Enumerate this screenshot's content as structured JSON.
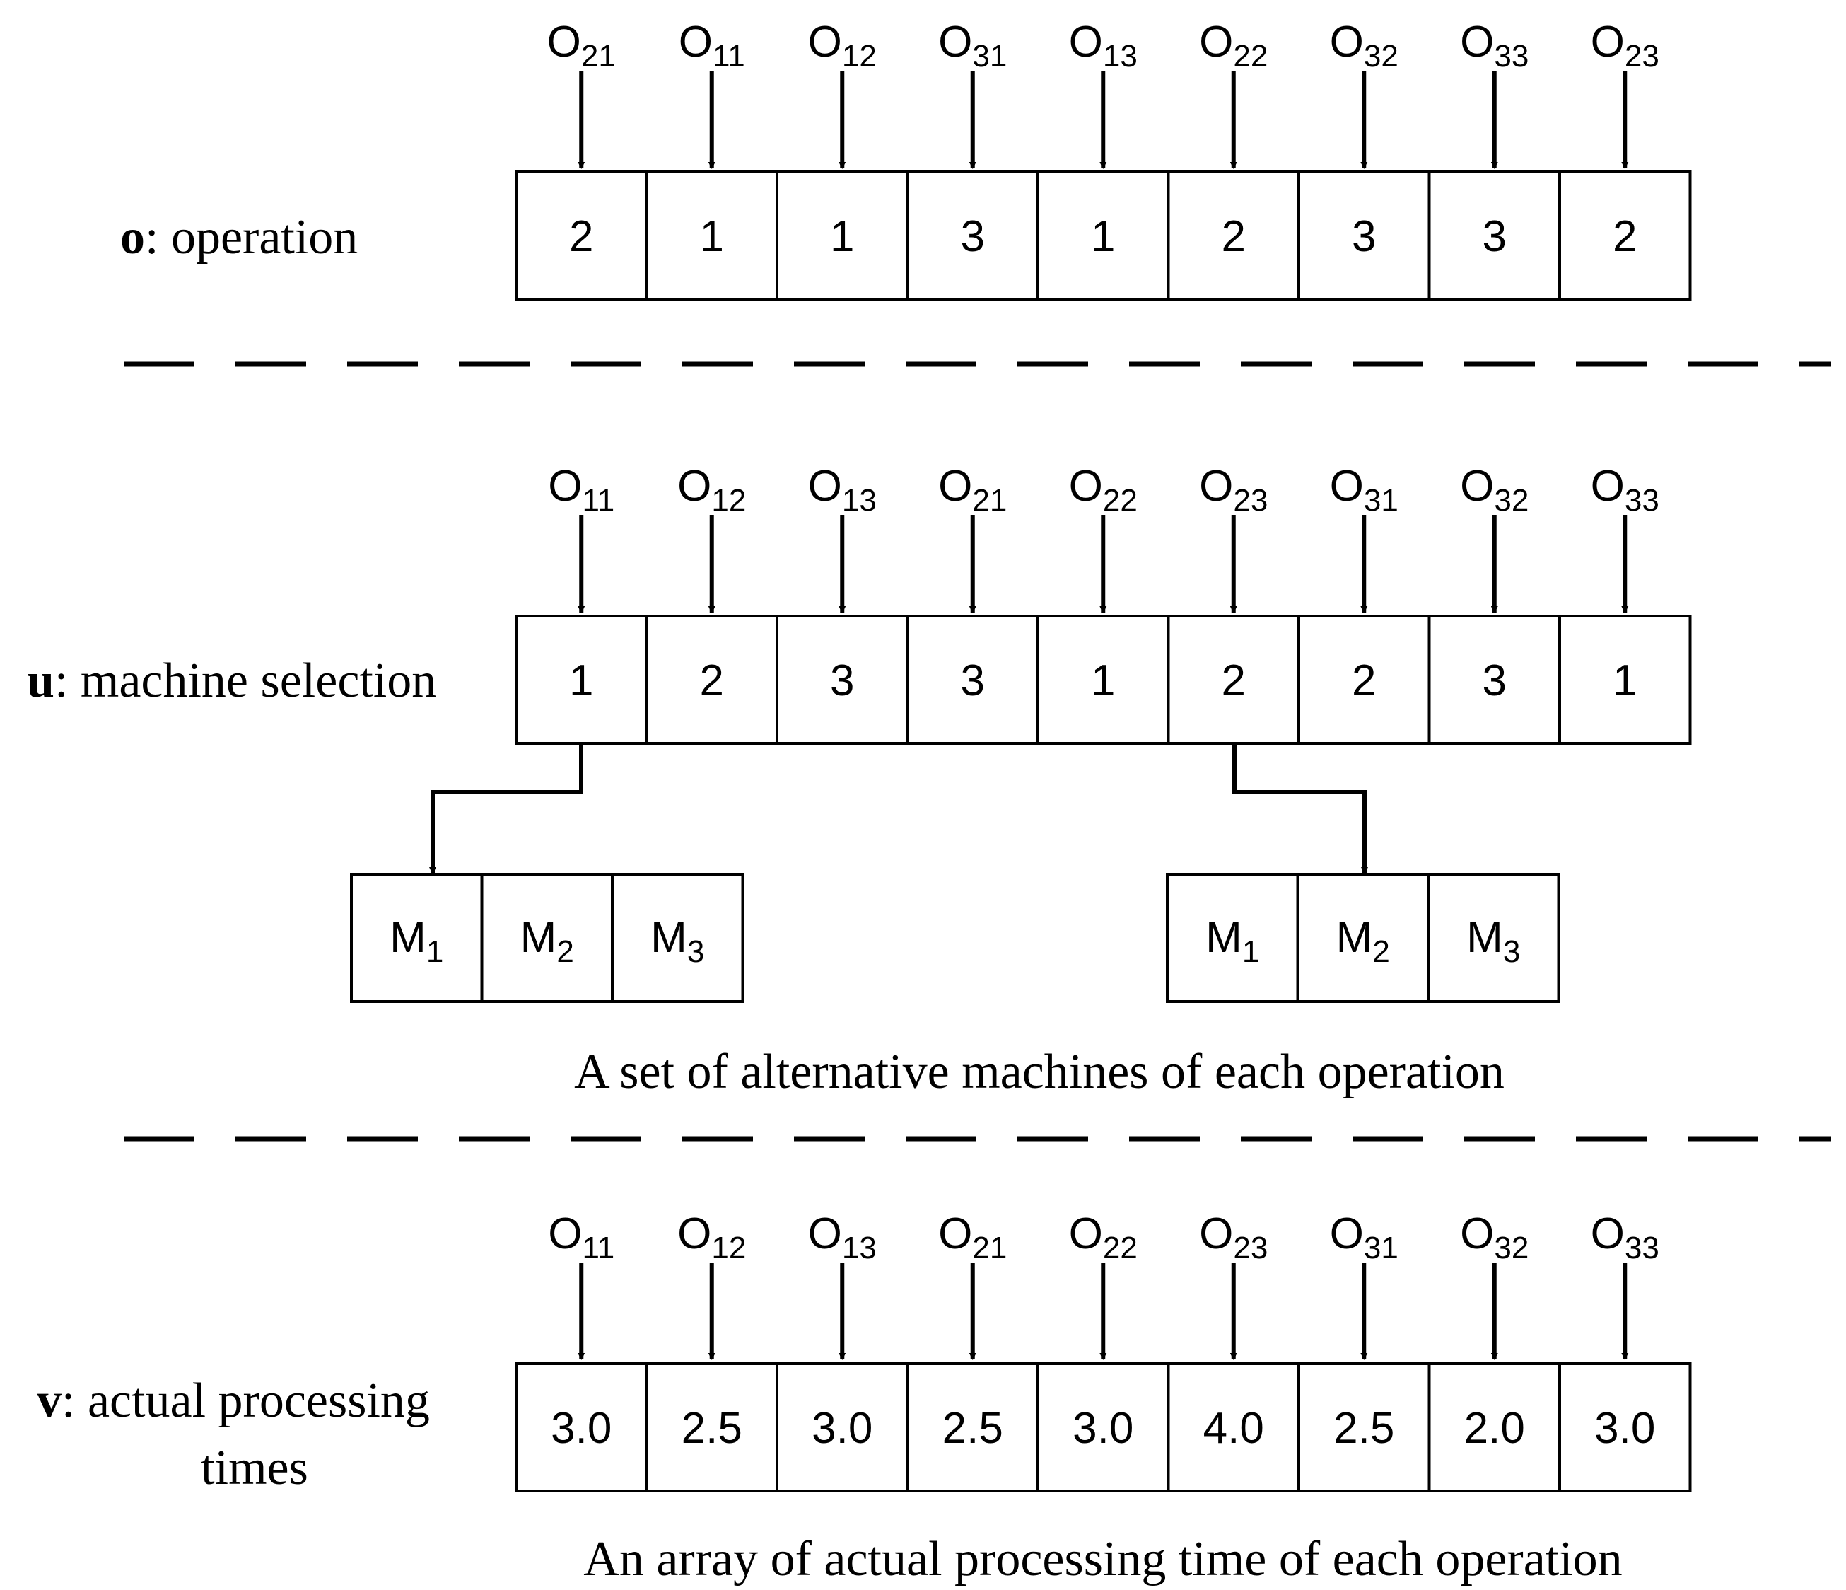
{
  "section_o": {
    "label_bold": "o",
    "label_rest": ": operation",
    "ops": [
      {
        "base": "O",
        "sub": "21"
      },
      {
        "base": "O",
        "sub": "11"
      },
      {
        "base": "O",
        "sub": "12"
      },
      {
        "base": "O",
        "sub": "31"
      },
      {
        "base": "O",
        "sub": "13"
      },
      {
        "base": "O",
        "sub": "22"
      },
      {
        "base": "O",
        "sub": "32"
      },
      {
        "base": "O",
        "sub": "33"
      },
      {
        "base": "O",
        "sub": "23"
      }
    ],
    "values": [
      "2",
      "1",
      "1",
      "3",
      "1",
      "2",
      "3",
      "3",
      "2"
    ]
  },
  "section_u": {
    "label_bold": "u",
    "label_rest": ": machine selection",
    "ops": [
      {
        "base": "O",
        "sub": "11"
      },
      {
        "base": "O",
        "sub": "12"
      },
      {
        "base": "O",
        "sub": "13"
      },
      {
        "base": "O",
        "sub": "21"
      },
      {
        "base": "O",
        "sub": "22"
      },
      {
        "base": "O",
        "sub": "23"
      },
      {
        "base": "O",
        "sub": "31"
      },
      {
        "base": "O",
        "sub": "32"
      },
      {
        "base": "O",
        "sub": "33"
      }
    ],
    "values": [
      "1",
      "2",
      "3",
      "3",
      "1",
      "2",
      "2",
      "3",
      "1"
    ],
    "machine_set_left": [
      {
        "base": "M",
        "sub": "1"
      },
      {
        "base": "M",
        "sub": "2"
      },
      {
        "base": "M",
        "sub": "3"
      }
    ],
    "machine_set_right": [
      {
        "base": "M",
        "sub": "1"
      },
      {
        "base": "M",
        "sub": "2"
      },
      {
        "base": "M",
        "sub": "3"
      }
    ],
    "caption": "A set of alternative machines of each operation"
  },
  "section_v": {
    "label_bold": "v",
    "label_rest": ": actual processing",
    "label_line2": "times",
    "ops": [
      {
        "base": "O",
        "sub": "11"
      },
      {
        "base": "O",
        "sub": "12"
      },
      {
        "base": "O",
        "sub": "13"
      },
      {
        "base": "O",
        "sub": "21"
      },
      {
        "base": "O",
        "sub": "22"
      },
      {
        "base": "O",
        "sub": "23"
      },
      {
        "base": "O",
        "sub": "31"
      },
      {
        "base": "O",
        "sub": "32"
      },
      {
        "base": "O",
        "sub": "33"
      }
    ],
    "values": [
      "3.0",
      "2.5",
      "3.0",
      "2.5",
      "3.0",
      "4.0",
      "2.5",
      "2.0",
      "3.0"
    ],
    "caption": "An array of actual processing time of each operation"
  }
}
